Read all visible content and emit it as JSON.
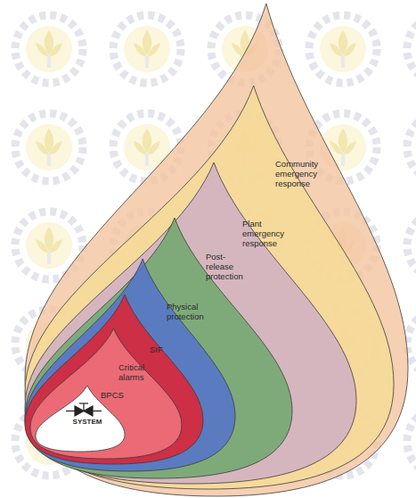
{
  "diagram": {
    "nodes": [
      {
        "text": [
          "Community emergency response"
        ]
      },
      {
        "text": [
          "Plant emergency response"
        ],
        "in": 0
      },
      {
        "text": [
          "Post-release protection"
        ],
        "in": 1
      },
      {
        "text": [
          "Physical protection"
        ],
        "in": 2
      },
      {
        "text": [
          "SIF"
        ],
        "in": 3
      },
      {
        "text": [
          "Critical alarms"
        ],
        "in": 4
      },
      {
        "text": [
          "BPCS"
        ],
        "in": 5
      },
      {
        "text": [
          "SYSTEM"
        ],
        "in": 6
      }
    ]
  }
}
